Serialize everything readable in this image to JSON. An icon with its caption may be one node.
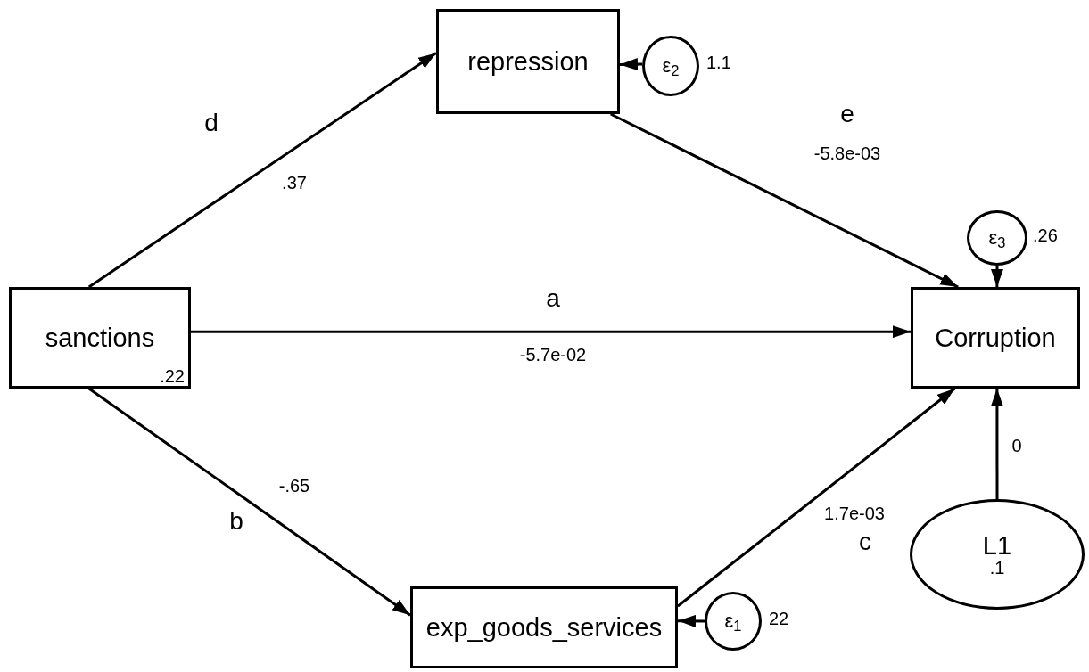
{
  "diagram": {
    "nodes": [
      {
        "text": [
          "sanctions",
          ".22"
        ]
      },
      {
        "text": [
          "repression"
        ]
      },
      {
        "text": [
          "Corruption"
        ]
      },
      {
        "text": [
          "exp_goods_services"
        ]
      },
      {
        "text": [
          "ε$_{2}$"
        ],
        "beside": [
          "1.1"
        ]
      },
      {
        "text": [
          "ε$_{3}$"
        ],
        "beside": [
          ".26"
        ]
      },
      {
        "text": [
          "ε$_{1}$"
        ],
        "beside": [
          "22"
        ]
      },
      {
        "text": [
          "L1",
          ".1"
        ]
      }
    ],
    "edges": [
      {
        "from": 0,
        "to": 1,
        "arrow": "to",
        "label": ".37"
      },
      {
        "from": 0,
        "to": 2,
        "arrow": "to",
        "label": "-5.7e-02"
      },
      {
        "from": 0,
        "to": 3,
        "arrow": "to",
        "label": "-.65"
      },
      {
        "from": 3,
        "to": 2,
        "arrow": "to",
        "label": "1.7e-03"
      },
      {
        "from": 1,
        "to": 2,
        "arrow": "to",
        "label": "-5.8e-03"
      },
      {
        "from": 4,
        "to": 1,
        "arrow": "to"
      },
      {
        "from": 5,
        "to": 2,
        "arrow": "to"
      },
      {
        "from": 6,
        "to": 3,
        "arrow": "to"
      },
      {
        "from": 7,
        "to": 2,
        "arrow": "to",
        "label": "0"
      }
    ],
    "labels": [
      "d",
      "e",
      "a",
      "b",
      "c"
    ]
  }
}
